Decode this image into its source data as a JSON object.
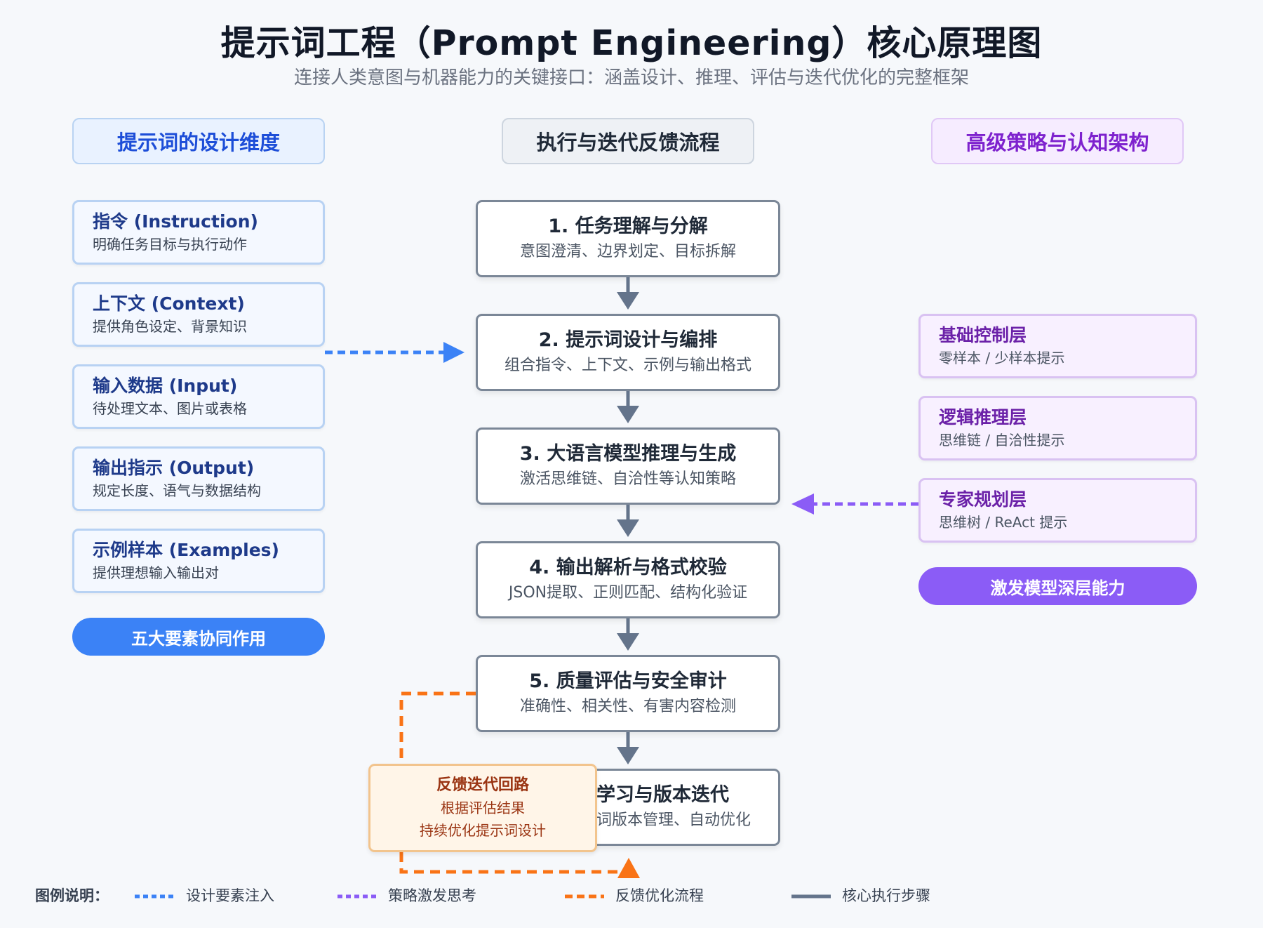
{
  "title": "提示词工程（Prompt Engineering）核心原理图",
  "subtitle": "连接人类意图与机器能力的关键接口：涵盖设计、推理、评估与迭代优化的完整框架",
  "columns": {
    "left": "提示词的设计维度",
    "middle": "执行与迭代反馈流程",
    "right": "高级策略与认知架构"
  },
  "dimensions": [
    {
      "title": "指令 (Instruction)",
      "desc": "明确任务目标与执行动作"
    },
    {
      "title": "上下文 (Context)",
      "desc": "提供角色设定、背景知识"
    },
    {
      "title": "输入数据 (Input)",
      "desc": "待处理文本、图片或表格"
    },
    {
      "title": "输出指示 (Output)",
      "desc": "规定长度、语气与数据结构"
    },
    {
      "title": "示例样本 (Examples)",
      "desc": "提供理想输入输出对"
    }
  ],
  "dimensions_pill": "五大要素协同作用",
  "steps": [
    {
      "title": "1. 任务理解与分解",
      "desc": "意图澄清、边界划定、目标拆解"
    },
    {
      "title": "2. 提示词设计与编排",
      "desc": "组合指令、上下文、示例与输出格式"
    },
    {
      "title": "3. 大语言模型推理与生成",
      "desc": "激活思维链、自洽性等认知策略"
    },
    {
      "title": "4. 输出解析与格式校验",
      "desc": "JSON提取、正则匹配、结构化验证"
    },
    {
      "title": "5. 质量评估与安全审计",
      "desc": "准确性、相关性、有害内容检测"
    },
    {
      "title": "学习与版本迭代",
      "desc": "词版本管理、自动优化"
    }
  ],
  "strategies": [
    {
      "title": "基础控制层",
      "desc": "零样本 / 少样本提示"
    },
    {
      "title": "逻辑推理层",
      "desc": "思维链 / 自洽性提示"
    },
    {
      "title": "专家规划层",
      "desc": "思维树 / ReAct 提示"
    }
  ],
  "strategies_pill": "激发模型深层能力",
  "feedback": {
    "title": "反馈迭代回路",
    "line1": "根据评估结果",
    "line2": "持续优化提示词设计"
  },
  "legend": {
    "label": "图例说明：",
    "items": [
      {
        "label": "设计要素注入",
        "color": "#3b82f6",
        "style": "dotted"
      },
      {
        "label": "策略激发思考",
        "color": "#8b5cf6",
        "style": "dotted"
      },
      {
        "label": "反馈优化流程",
        "color": "#f97316",
        "style": "dashed"
      },
      {
        "label": "核心执行步骤",
        "color": "#64748b",
        "style": "solid"
      }
    ]
  },
  "colors": {
    "blue": "#3b82f6",
    "purple": "#8b5cf6",
    "orange": "#f97316",
    "slate": "#64748b"
  }
}
